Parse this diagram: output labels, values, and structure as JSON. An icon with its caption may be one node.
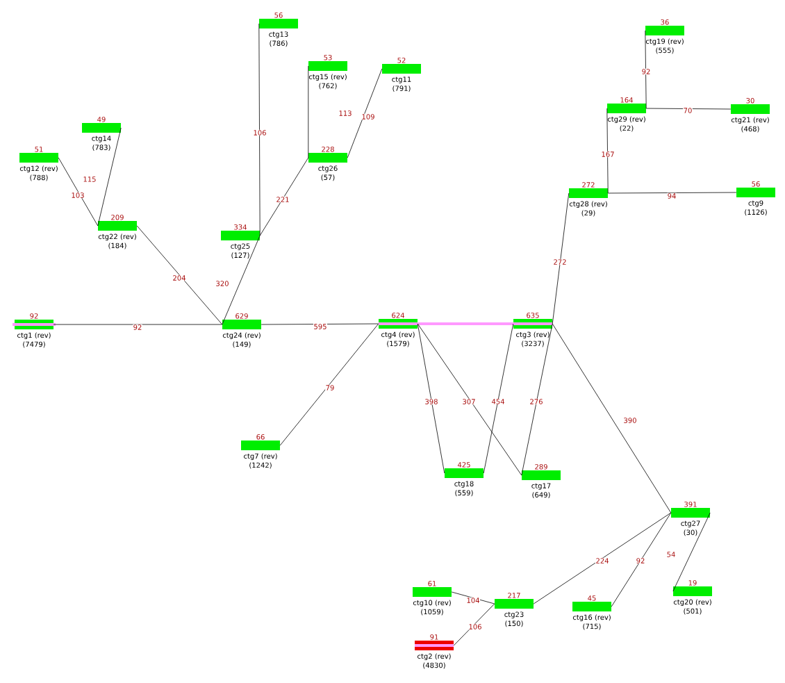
{
  "diagram": {
    "nodes": [
      {
        "text": [
          "92",
          "ctg1 (rev)",
          "(7479)"
        ]
      },
      {
        "text": [
          "629",
          "ctg24 (rev)",
          "(149)"
        ]
      },
      {
        "text": [
          "209",
          "ctg22 (rev)",
          "(184)"
        ]
      },
      {
        "text": [
          "51",
          "ctg12 (rev)",
          "(788)"
        ]
      },
      {
        "text": [
          "49",
          "ctg14",
          "(783)"
        ]
      },
      {
        "text": [
          "334",
          "ctg25",
          "(127)"
        ]
      },
      {
        "text": [
          "56",
          "ctg13",
          "(786)"
        ]
      },
      {
        "text": [
          "228",
          "ctg26",
          "(57)"
        ]
      },
      {
        "text": [
          "53",
          "ctg15 (rev)",
          "(762)"
        ]
      },
      {
        "text": [
          "52",
          "ctg11",
          "(791)"
        ]
      },
      {
        "text": [
          "624",
          "ctg4 (rev)",
          "(1579)"
        ]
      },
      {
        "text": [
          "66",
          "ctg7 (rev)",
          "(1242)"
        ]
      },
      {
        "text": [
          "425",
          "ctg18",
          "(559)"
        ]
      },
      {
        "text": [
          "289",
          "ctg17",
          "(649)"
        ]
      },
      {
        "text": [
          "635",
          "ctg3 (rev)",
          "(3237)"
        ]
      },
      {
        "text": [
          "272",
          "ctg28 (rev)",
          "(29)"
        ]
      },
      {
        "text": [
          "164",
          "ctg29 (rev)",
          "(22)"
        ]
      },
      {
        "text": [
          "36",
          "ctg19 (rev)",
          "(555)"
        ]
      },
      {
        "text": [
          "30",
          "ctg21 (rev)",
          "(468)"
        ]
      },
      {
        "text": [
          "56",
          "ctg9",
          "(1126)"
        ]
      },
      {
        "text": [
          "391",
          "ctg27",
          "(30)"
        ]
      },
      {
        "text": [
          "19",
          "ctg20 (rev)",
          "(501)"
        ]
      },
      {
        "text": [
          "217",
          "ctg23",
          "(150)"
        ]
      },
      {
        "text": [
          "45",
          "ctg16 (rev)",
          "(715)"
        ]
      },
      {
        "text": [
          "61",
          "ctg10 (rev)",
          "(1059)"
        ]
      },
      {
        "text": [
          "91",
          "ctg2 (rev)",
          "(4830)"
        ]
      }
    ],
    "edges": [
      {
        "from": 0,
        "to": 1,
        "arrow": "none",
        "label": "92"
      },
      {
        "from": 2,
        "to": 1,
        "arrow": "none",
        "label": "204"
      },
      {
        "from": 3,
        "to": 2,
        "arrow": "none",
        "label": "103"
      },
      {
        "from": 4,
        "to": 2,
        "arrow": "none",
        "label": "115"
      },
      {
        "from": 5,
        "to": 1,
        "arrow": "none",
        "label": "320"
      },
      {
        "from": 6,
        "to": 5,
        "arrow": "none",
        "label": "106"
      },
      {
        "from": 7,
        "to": 5,
        "arrow": "none",
        "label": "221"
      },
      {
        "from": 8,
        "to": 7,
        "arrow": "none",
        "label": "113"
      },
      {
        "from": 9,
        "to": 7,
        "arrow": "none",
        "label": "109"
      },
      {
        "from": 1,
        "to": 10,
        "arrow": "none",
        "label": "595"
      },
      {
        "from": 10,
        "to": 14,
        "arrow": "none",
        "style": "thick",
        "color": "#ff99ff"
      },
      {
        "from": 11,
        "to": 10,
        "arrow": "none",
        "label": "79"
      },
      {
        "from": 10,
        "to": 12,
        "arrow": "none",
        "label": "398"
      },
      {
        "from": 10,
        "to": 13,
        "arrow": "none",
        "label": "307"
      },
      {
        "from": 14,
        "to": 12,
        "arrow": "none",
        "label": "454"
      },
      {
        "from": 14,
        "to": 13,
        "arrow": "none",
        "label": "276"
      },
      {
        "from": 14,
        "to": 15,
        "arrow": "none",
        "label": "272"
      },
      {
        "from": 15,
        "to": 16,
        "arrow": "none",
        "label": "167"
      },
      {
        "from": 15,
        "to": 19,
        "arrow": "none",
        "label": "94"
      },
      {
        "from": 16,
        "to": 17,
        "arrow": "none",
        "label": "92"
      },
      {
        "from": 16,
        "to": 18,
        "arrow": "none",
        "label": "70"
      },
      {
        "from": 14,
        "to": 20,
        "arrow": "none",
        "label": "390"
      },
      {
        "from": 22,
        "to": 20,
        "arrow": "none",
        "label": "224"
      },
      {
        "from": 23,
        "to": 20,
        "arrow": "none",
        "label": "92"
      },
      {
        "from": 20,
        "to": 21,
        "arrow": "none",
        "label": "54"
      },
      {
        "from": 24,
        "to": 22,
        "arrow": "none",
        "label": "104"
      },
      {
        "from": 25,
        "to": 22,
        "arrow": "none",
        "label": "106"
      }
    ]
  }
}
